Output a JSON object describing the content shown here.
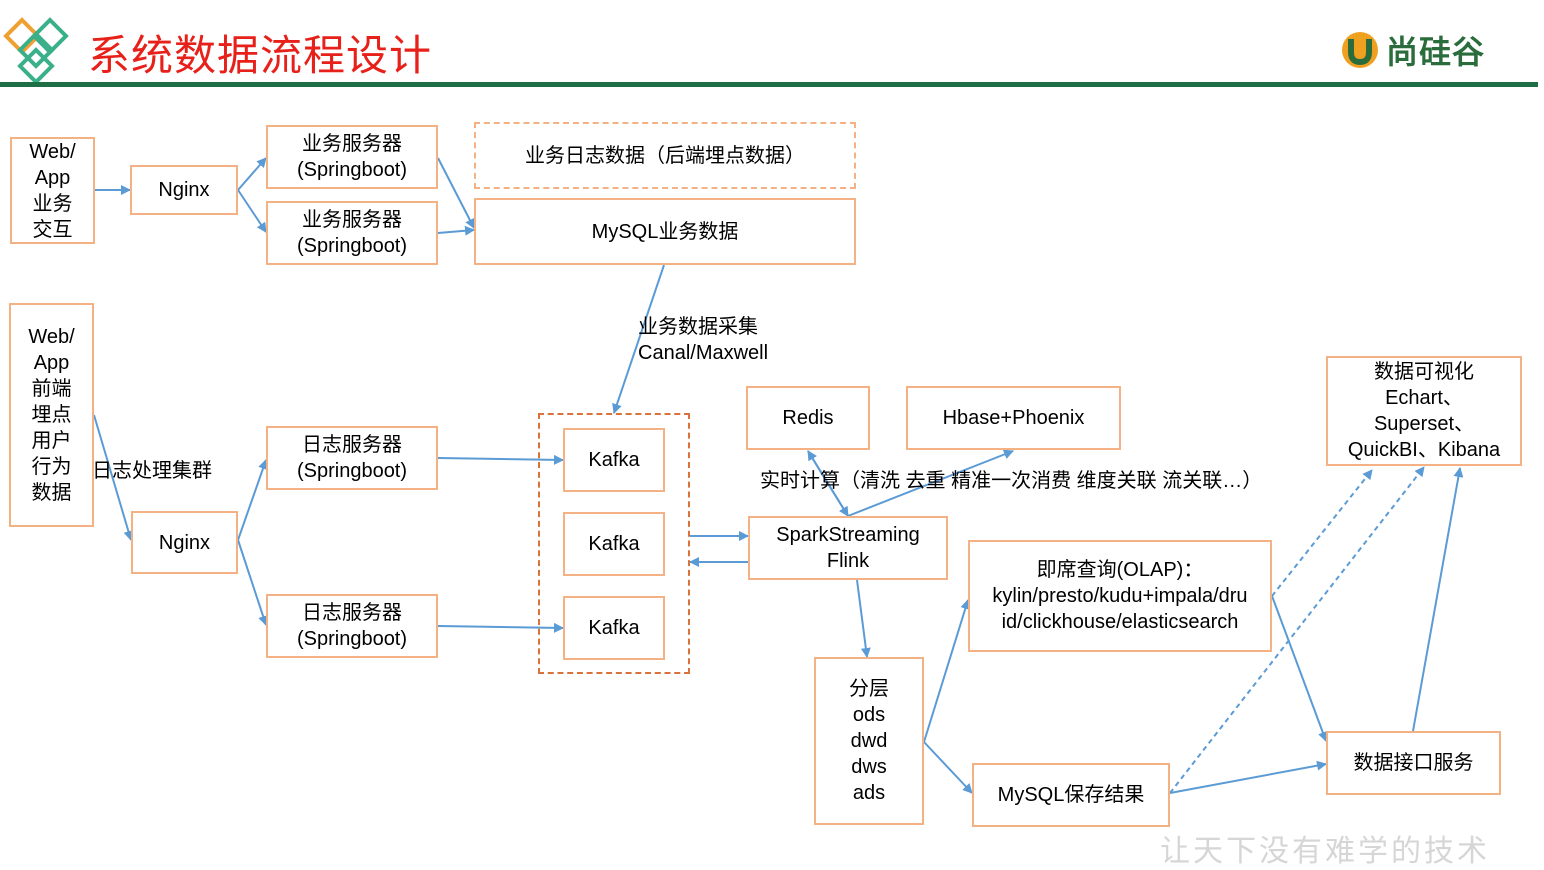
{
  "header": {
    "title": "系统数据流程设计",
    "logo_text": "尚硅谷",
    "accent_color": "#e8201a",
    "brand_color": "#1e6e46"
  },
  "nodes": {
    "web_app_interaction": "Web/\nApp\n业务\n交互",
    "nginx_top": "Nginx",
    "biz_server_1": "业务服务器\n(Springboot)",
    "biz_server_2": "业务服务器\n(Springboot)",
    "biz_log_data": "业务日志数据（后端埋点数据）",
    "mysql_biz": "MySQL业务数据",
    "web_app_frontend": "Web/\nApp\n前端\n埋点\n用户\n行为\n数据",
    "nginx_bottom": "Nginx",
    "log_server_1": "日志服务器\n(Springboot)",
    "log_server_2": "日志服务器\n(Springboot)",
    "kafka_1": "Kafka",
    "kafka_2": "Kafka",
    "kafka_3": "Kafka",
    "redis": "Redis",
    "hbase_phoenix": "Hbase+Phoenix",
    "streaming": "SparkStreaming\nFlink",
    "olap": "即席查询(OLAP)：\nkylin/presto/kudu+impala/dru\nid/clickhouse/elasticsearch",
    "layers": "分层\nods\ndwd\ndws\nads",
    "mysql_result": "MySQL保存结果",
    "data_api": "数据接口服务",
    "visualization": "数据可视化\nEchart、\nSuperset、\nQuickBI、Kibana"
  },
  "labels": {
    "biz_collect": "业务数据采集\nCanal/Maxwell",
    "log_cluster": "日志处理集群",
    "realtime": "实时计算（清洗  去重 精准一次消费  维度关联  流关联…）"
  },
  "footer": {
    "slogan": "让天下没有难学的技术"
  }
}
